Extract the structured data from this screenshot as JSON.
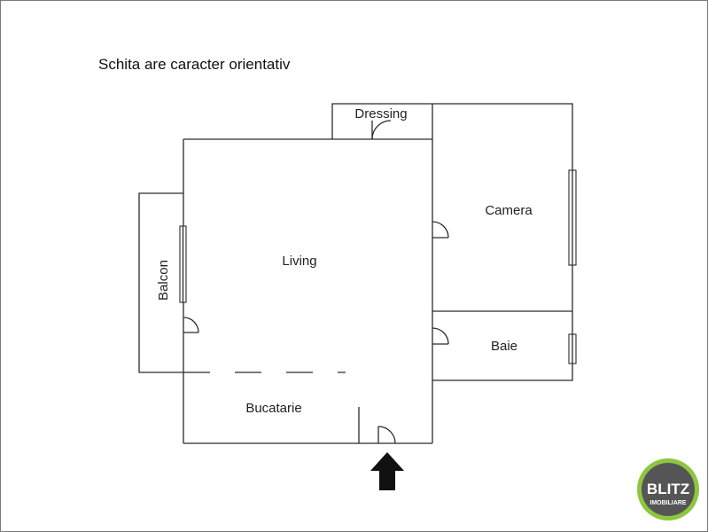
{
  "note": "Schita are caracter orientativ",
  "rooms": {
    "dressing": "Dressing",
    "camera": "Camera",
    "living": "Living",
    "balcon": "Balcon",
    "baie": "Baie",
    "bucatarie": "Bucatarie"
  },
  "logo": {
    "line1": "BLITZ",
    "line2": "IMOBILIARE",
    "ring_colors": [
      "#8dc63f",
      "#555555"
    ]
  },
  "colors": {
    "walls": "#2b2b2b",
    "entrance_arrow": "#111111"
  },
  "icons": [
    "entrance-arrow-icon",
    "blitz-logo"
  ]
}
